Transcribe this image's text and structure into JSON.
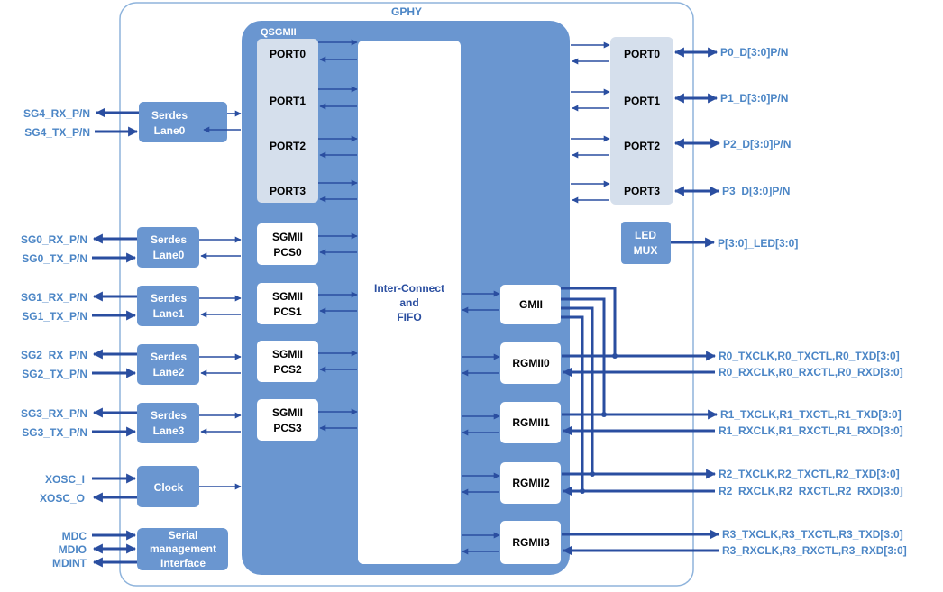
{
  "diagram": {
    "outer_title": "GPHY",
    "qsgmii_title": "QSGMII",
    "qsgmii_ports": [
      "PORT0",
      "PORT1",
      "PORT2",
      "PORT3"
    ],
    "phy_ports": [
      "PORT0",
      "PORT1",
      "PORT2",
      "PORT3"
    ],
    "interconnect": [
      "Inter-Connect",
      "and",
      "FIFO"
    ],
    "sgmii_pcs": [
      [
        "SGMII",
        "PCS0"
      ],
      [
        "SGMII",
        "PCS1"
      ],
      [
        "SGMII",
        "PCS2"
      ],
      [
        "SGMII",
        "PCS3"
      ]
    ],
    "gmii": "GMII",
    "rgmii": [
      "RGMII0",
      "RGMII1",
      "RGMII2",
      "RGMII3"
    ],
    "led_mux": [
      "LED",
      "MUX"
    ],
    "serdes_sg4": [
      "Serdes",
      "Lane0"
    ],
    "serdes_lanes": [
      [
        "Serdes",
        "Lane0"
      ],
      [
        "Serdes",
        "Lane1"
      ],
      [
        "Serdes",
        "Lane2"
      ],
      [
        "Serdes",
        "Lane3"
      ]
    ],
    "clock": "Clock",
    "serial_mgmt": [
      "Serial",
      "management",
      "Interface"
    ],
    "left_signals": {
      "sg4_rx": "SG4_RX_P/N",
      "sg4_tx": "SG4_TX_P/N",
      "sg0_rx": "SG0_RX_P/N",
      "sg0_tx": "SG0_TX_P/N",
      "sg1_rx": "SG1_RX_P/N",
      "sg1_tx": "SG1_TX_P/N",
      "sg2_rx": "SG2_RX_P/N",
      "sg2_tx": "SG2_TX_P/N",
      "sg3_rx": "SG3_RX_P/N",
      "sg3_tx": "SG3_TX_P/N",
      "xosc_i": "XOSC_I",
      "xosc_o": "XOSC_O",
      "mdc": "MDC",
      "mdio": "MDIO",
      "mdint": "MDINT"
    },
    "right_signals": {
      "p0": "P0_D[3:0]P/N",
      "p1": "P1_D[3:0]P/N",
      "p2": "P2_D[3:0]P/N",
      "p3": "P3_D[3:0]P/N",
      "led": "P[3:0]_LED[3:0]",
      "r0_tx": "R0_TXCLK,R0_TXCTL,R0_TXD[3:0]",
      "r0_rx": "R0_RXCLK,R0_RXCTL,R0_RXD[3:0]",
      "r1_tx": "R1_TXCLK,R1_TXCTL,R1_TXD[3:0]",
      "r1_rx": "R1_RXCLK,R1_RXCTL,R1_RXD[3:0]",
      "r2_tx": "R2_TXCLK,R2_TXCTL,R2_TXD[3:0]",
      "r2_rx": "R2_RXCLK,R2_RXCTL,R2_RXD[3:0]",
      "r3_tx": "R3_TXCLK,R3_TXCTL,R3_TXD[3:0]",
      "r3_rx": "R3_RXCLK,R3_RXCTL,R3_RXD[3:0]"
    }
  },
  "colors": {
    "outer_border": "#8fb4dc",
    "core_fill": "#6a96d0",
    "block_fill": "#6a96d0",
    "port_panel_fill": "#d5dfec",
    "arrow": "#2a4ea0",
    "label_text": "#4c86c6",
    "white": "#ffffff"
  }
}
